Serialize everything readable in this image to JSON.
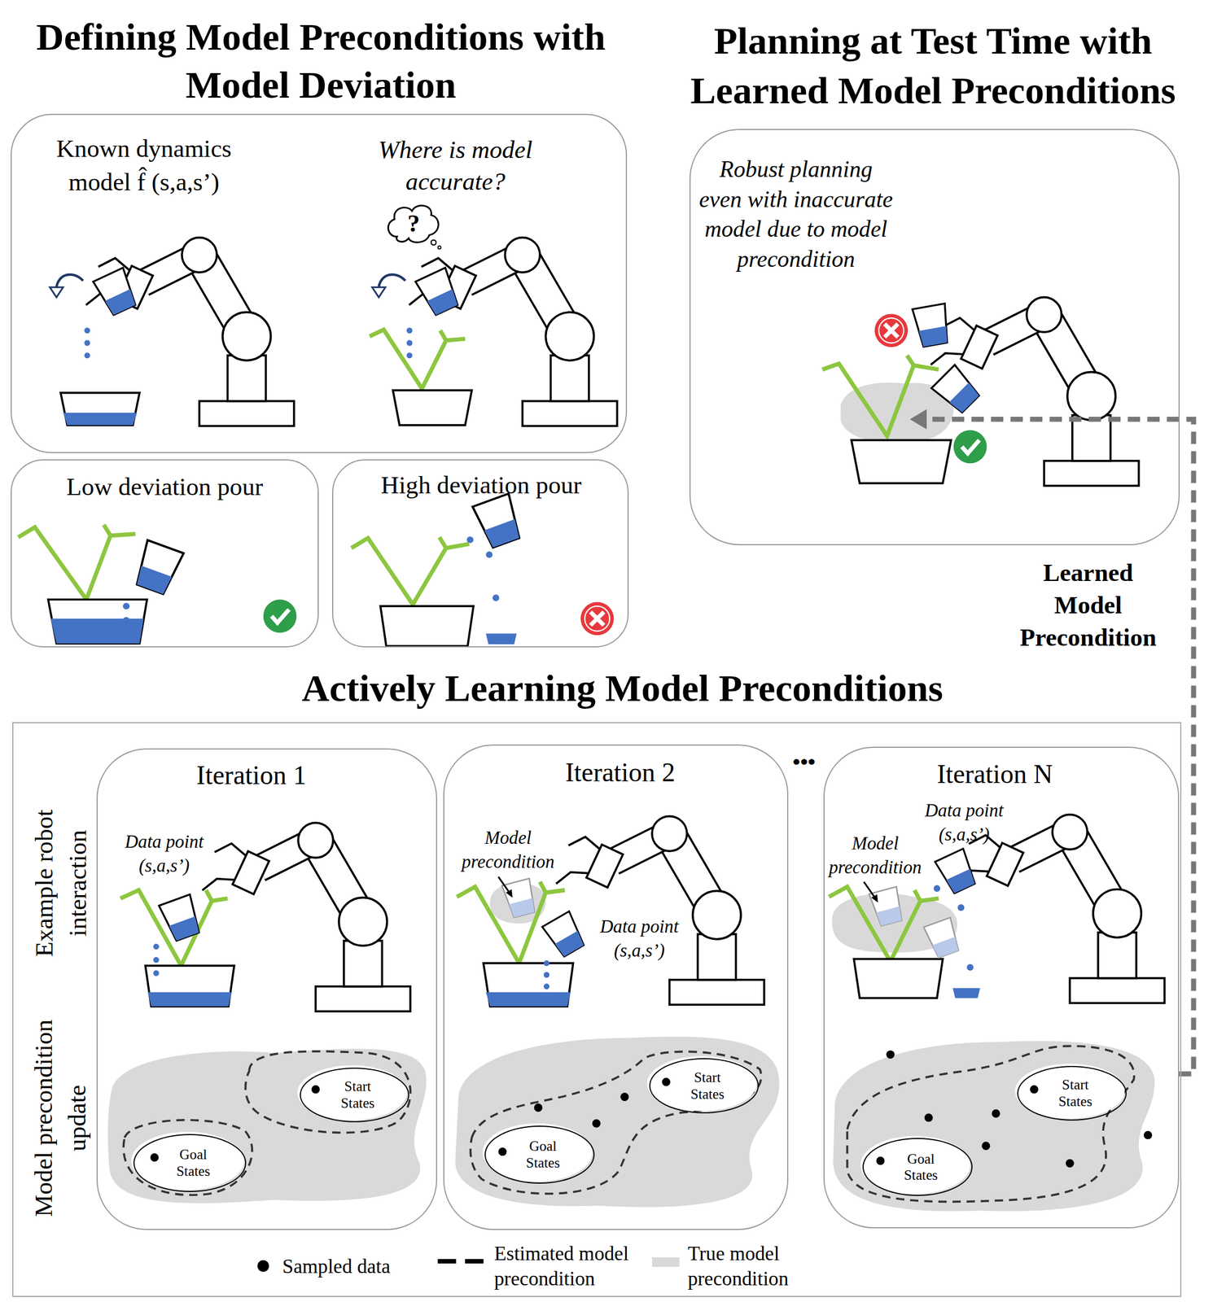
{
  "diagram": {
    "nodes": [
      {
        "text": [
          "Defining Model Preconditions with Model Deviation",
          "Known dynamics model f̂ (s,a,s’)",
          "Where is model accurate?"
        ]
      },
      {
        "text": [
          "Low deviation pour"
        ]
      },
      {
        "text": [
          "High deviation pour"
        ]
      },
      {
        "text": [
          "Planning at Test Time with Learned Model Preconditions",
          "Robust planning even with inaccurate model due to model precondition"
        ]
      },
      {
        "text": [
          "Actively Learning Model Preconditions",
          "Example robot interaction",
          "Model precondition update"
        ]
      },
      {
        "text": [
          "Iteration 1",
          "Data point (s,a,s’)"
        ],
        "in": 4
      },
      {
        "text": [
          "Iteration 2",
          "Model precondition",
          "Data point (s,a,s’)"
        ],
        "in": 4
      },
      {
        "text": [
          "Iteration N",
          "Data point (s,a,s’)",
          "Model precondition"
        ],
        "in": 4
      },
      {
        "text": [
          "Start States"
        ],
        "in": 5
      },
      {
        "text": [
          "Goal States"
        ],
        "in": 5
      },
      {
        "text": [
          "Start States"
        ],
        "in": 6
      },
      {
        "text": [
          "Goal States"
        ],
        "in": 6
      },
      {
        "text": [
          "Start States"
        ],
        "in": 7
      },
      {
        "text": [
          "Goal States"
        ],
        "in": 7
      }
    ],
    "edges": [
      {
        "from": 7,
        "to": 3,
        "arrow": "to",
        "label": "Learned Model Precondition"
      }
    ],
    "labels": [
      "?",
      "•••"
    ],
    "legend": [
      {
        "text": "Sampled data"
      },
      {
        "text": "Estimated model precondition"
      },
      {
        "text": "True model precondition",
        "color": "#d9d9d9"
      }
    ]
  }
}
